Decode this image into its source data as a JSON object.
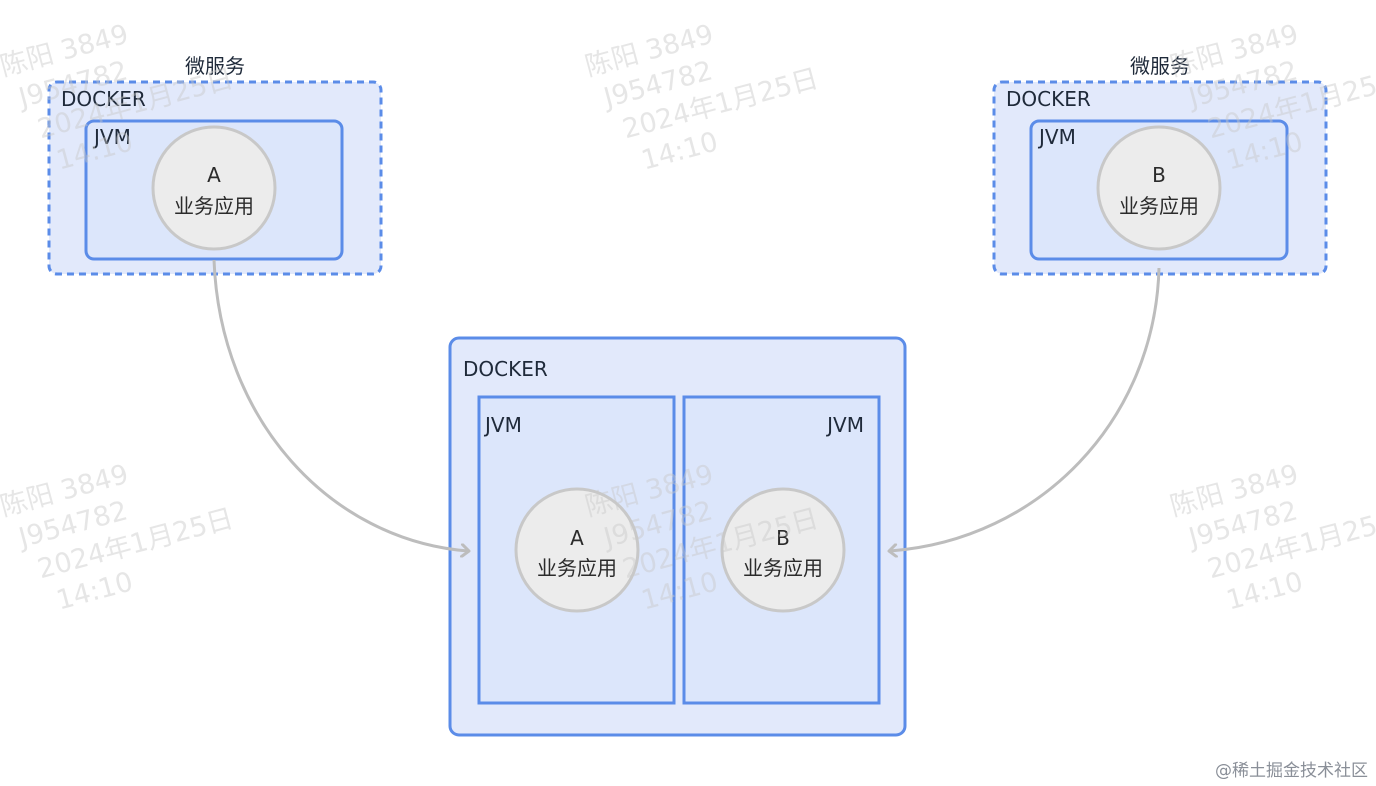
{
  "top_left": {
    "title": "微服务",
    "container_label": "DOCKER",
    "jvm_label": "JVM",
    "app_letter": "A",
    "app_name": "业务应用"
  },
  "top_right": {
    "title": "微服务",
    "container_label": "DOCKER",
    "jvm_label": "JVM",
    "app_letter": "B",
    "app_name": "业务应用"
  },
  "bottom": {
    "container_label": "DOCKER",
    "jvm_left": {
      "label": "JVM",
      "app_letter": "A",
      "app_name": "业务应用"
    },
    "jvm_right": {
      "label": "JVM",
      "app_letter": "B",
      "app_name": "业务应用"
    }
  },
  "watermark": {
    "line1": "陈阳 3849",
    "line2": "J954782",
    "line3": "2024年1月25日",
    "line4": "14:10"
  },
  "footer": "@稀土掘金技术社区",
  "colors": {
    "container_fill": "#e2e9fb",
    "container_stroke": "#5b8ce8",
    "jvm_fill": "#dce6fb",
    "circle_fill": "#ececec",
    "circle_stroke": "#c8c8c8",
    "arrow": "#bdbdbd"
  }
}
